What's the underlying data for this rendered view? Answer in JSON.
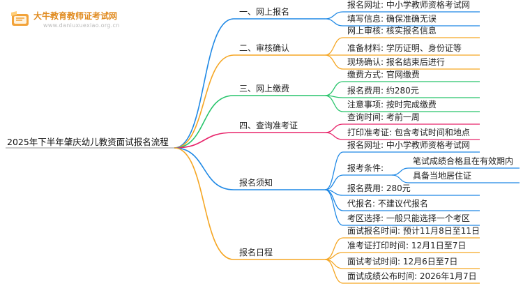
{
  "brand": {
    "name": "大牛教育教师证考试网",
    "url": "www.daniuxuexiao.org.cn"
  },
  "root": "2025年下半年肇庆幼儿教资面试报名流程",
  "colors": {
    "blue": "#1e88e5",
    "orange": "#f5a623",
    "green": "#27c46b",
    "pink": "#e8256b",
    "root_line": "#aaaaaa"
  },
  "branches": [
    {
      "label": "一、网上报名",
      "color": "blue",
      "children": [
        {
          "label": "报名网址: 中小学教师资格考试网"
        },
        {
          "label": "填写信息: 确保准确无误"
        }
      ]
    },
    {
      "label": "二、审核确认",
      "color": "orange",
      "children": [
        {
          "label": "网上审核: 核实报名信息"
        },
        {
          "label": "准备材料: 学历证明、身份证等"
        },
        {
          "label": "现场确认: 报名结束后进行"
        }
      ]
    },
    {
      "label": "三、网上缴费",
      "color": "green",
      "children": [
        {
          "label": "缴费方式: 官网缴费"
        },
        {
          "label": "报名费用: 约280元"
        },
        {
          "label": "注意事项: 按时完成缴费"
        }
      ]
    },
    {
      "label": "四、查询准考证",
      "color": "pink",
      "children": [
        {
          "label": "查询时间: 考前一周"
        },
        {
          "label": "打印准考证: 包含考试时间和地点"
        }
      ]
    },
    {
      "label": "报名须知",
      "color": "blue",
      "children": [
        {
          "label": "报名网址: 中小学教师资格考试网"
        },
        {
          "label": "报考条件:",
          "children": [
            {
              "label": "笔试成绩合格且在有效期内"
            },
            {
              "label": "具备当地居住证"
            }
          ]
        },
        {
          "label": "报名费用: 280元"
        },
        {
          "label": "代报名: 不建议代报名"
        },
        {
          "label": "考区选择: 一般只能选择一个考区"
        }
      ]
    },
    {
      "label": "报名日程",
      "color": "orange",
      "children": [
        {
          "label": "面试报名时间: 预计11月8日至11日"
        },
        {
          "label": "准考证打印时间: 12月1日至7日"
        },
        {
          "label": "面试考试时间: 12月6日至7日"
        },
        {
          "label": "面试成绩公布时间: 2026年1月7日"
        }
      ]
    }
  ]
}
